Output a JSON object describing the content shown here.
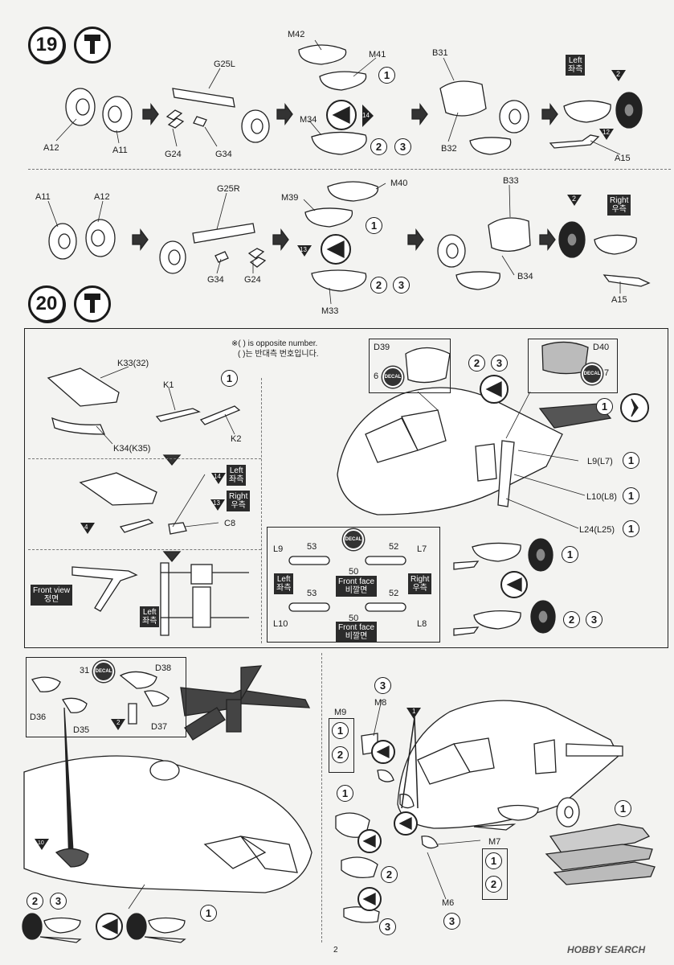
{
  "steps": {
    "step19": "19",
    "step20": "20"
  },
  "circle_nums": {
    "one": "1",
    "two": "2",
    "three": "3"
  },
  "step19_top": {
    "parts": {
      "a12": "A12",
      "a11": "A11",
      "g25l": "G25L",
      "g24": "G24",
      "g34": "G34",
      "m42": "M42",
      "m41": "M41",
      "m34": "M34",
      "b31": "B31",
      "b32": "B32",
      "a15": "A15"
    },
    "left_tag": {
      "en": "Left",
      "ko": "좌측"
    },
    "arrow_num_2": "2",
    "arrow_num_12": "12",
    "arrow_num_14": "14"
  },
  "step19_bottom": {
    "parts": {
      "a11": "A11",
      "a12": "A12",
      "g25r": "G25R",
      "g34": "G34",
      "g24": "G24",
      "m40": "M40",
      "m39": "M39",
      "m33": "M33",
      "b33": "B33",
      "b34": "B34",
      "a15": "A15"
    },
    "right_tag": {
      "en": "Right",
      "ko": "우측"
    },
    "arrow_num_2": "2",
    "arrow_num_13": "13"
  },
  "step20": {
    "note_line1": "※( ) is opposite number.",
    "note_line2": "( )는 반대측 번호입니다.",
    "parts": {
      "k33": "K33(32)",
      "k1": "K1",
      "k2": "K2",
      "k34": "K34(K35)",
      "c8": "C8",
      "d39": "D39",
      "d40": "D40",
      "l9": "L9(L7)",
      "l10": "L10(L8)",
      "l24": "L24(L25)"
    },
    "decal_word": "DECAL",
    "decal_6": "6",
    "decal_7": "7",
    "left_tag": {
      "en": "Left",
      "ko": "좌측"
    },
    "right_tag": {
      "en": "Right",
      "ko": "우측"
    },
    "arrow_num_14": "14",
    "arrow_num_13": "13",
    "arrow_num_4": "4",
    "front_view": {
      "en": "Front view",
      "ko": "정면"
    },
    "left_tag2": {
      "en": "Left",
      "ko": "좌측"
    },
    "decal_box": {
      "l9": "L9",
      "l7": "L7",
      "l10": "L10",
      "l8": "L8",
      "n53a": "53",
      "n52a": "52",
      "n50a": "50",
      "n53b": "53",
      "n52b": "52",
      "n50b": "50",
      "front_face": {
        "en": "Front face",
        "ko": "비깔면"
      },
      "left": {
        "en": "Left",
        "ko": "좌측"
      },
      "right": {
        "en": "Right",
        "ko": "우측"
      }
    }
  },
  "bottom": {
    "parts": {
      "d38": "D38",
      "d36": "D36",
      "d35": "D35",
      "d37": "D37",
      "m9": "M9",
      "m8": "M8",
      "m7": "M7",
      "m6": "M6"
    },
    "decal_31": "31",
    "arrow_num_2": "2",
    "arrow_num_10": "10",
    "arrow_num_1": "1"
  },
  "footer": {
    "page_number": "2",
    "watermark": "HOBBY SEARCH"
  }
}
